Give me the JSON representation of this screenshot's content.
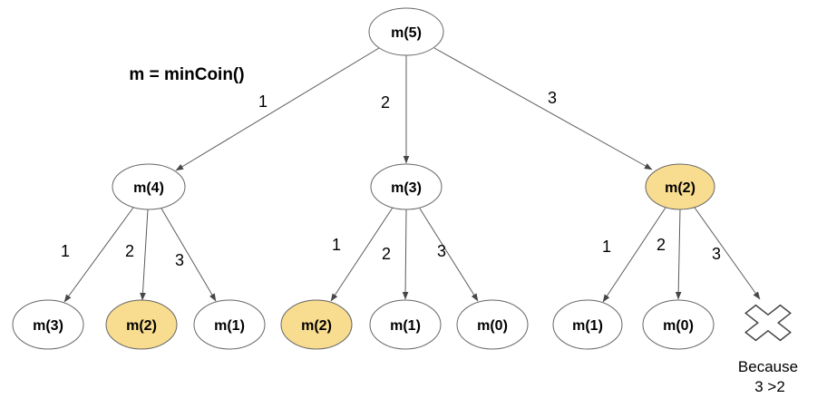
{
  "diagram": {
    "function_label": "m = minCoin()",
    "colors": {
      "highlight": "#F8DC8F",
      "node_fill": "#FFFFFF",
      "node_stroke": "#666666",
      "edge": "#5B5B5B"
    },
    "nodes": [
      {
        "label": "m(5)",
        "highlighted": false
      },
      {
        "label": "m(4)",
        "highlighted": false
      },
      {
        "label": "m(3)",
        "highlighted": false
      },
      {
        "label": "m(2)",
        "highlighted": true
      },
      {
        "label": "m(3)",
        "highlighted": false
      },
      {
        "label": "m(2)",
        "highlighted": true
      },
      {
        "label": "m(1)",
        "highlighted": false
      },
      {
        "label": "m(2)",
        "highlighted": true
      },
      {
        "label": "m(1)",
        "highlighted": false
      },
      {
        "label": "m(0)",
        "highlighted": false
      },
      {
        "label": "m(1)",
        "highlighted": false
      },
      {
        "label": "m(0)",
        "highlighted": false
      }
    ],
    "edges": [
      {
        "from": "m(5)",
        "to": "m(4)",
        "label": "1"
      },
      {
        "from": "m(5)",
        "to": "m(3)",
        "label": "2"
      },
      {
        "from": "m(5)",
        "to": "m(2)",
        "label": "3"
      },
      {
        "from": "m(4)",
        "to": "m(3)",
        "label": "1"
      },
      {
        "from": "m(4)",
        "to": "m(2)",
        "label": "2"
      },
      {
        "from": "m(4)",
        "to": "m(1)",
        "label": "3"
      },
      {
        "from": "m(3)",
        "to": "m(2)",
        "label": "1"
      },
      {
        "from": "m(3)",
        "to": "m(1)",
        "label": "2"
      },
      {
        "from": "m(3)",
        "to": "m(0)",
        "label": "3"
      },
      {
        "from": "m(2)",
        "to": "m(1)",
        "label": "1"
      },
      {
        "from": "m(2)",
        "to": "m(0)",
        "label": "2"
      },
      {
        "from": "m(2)",
        "to": "rejected-branch",
        "label": "3"
      }
    ],
    "rejection": {
      "reason_line1": "Because",
      "reason_line2": "3 >2"
    }
  }
}
